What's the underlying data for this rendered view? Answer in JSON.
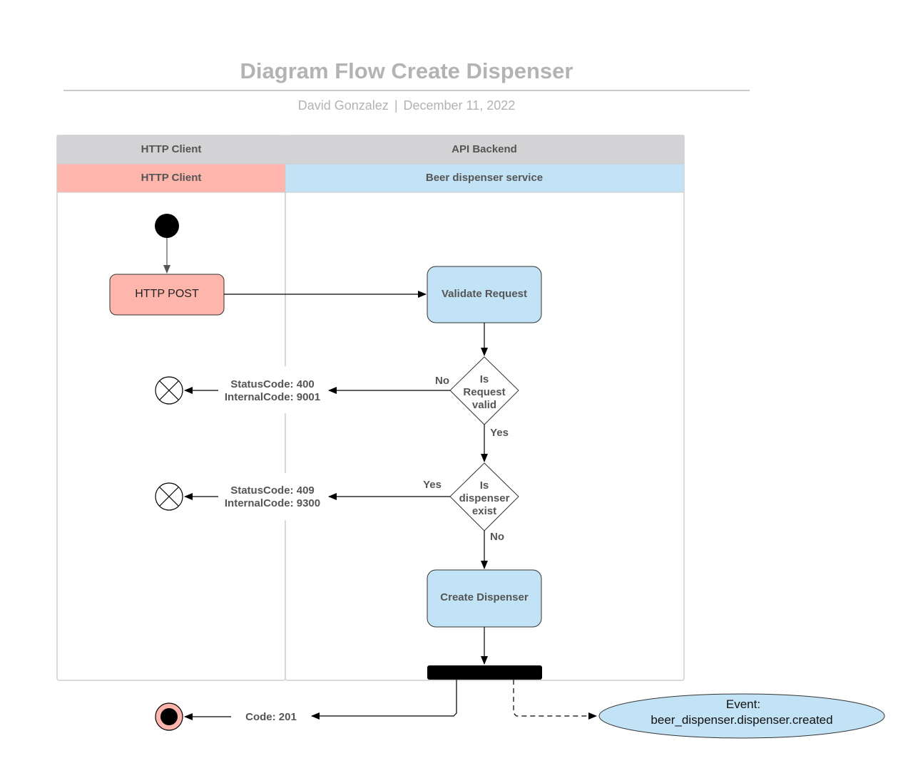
{
  "header": {
    "title": "Diagram Flow Create Dispenser",
    "author": "David Gonzalez",
    "separator": "|",
    "date": "December 11, 2022"
  },
  "lanes": {
    "client": {
      "pool_label": "HTTP Client",
      "lane_label": "HTTP Client",
      "lane_color": "#feb5ac"
    },
    "backend": {
      "pool_label": "API Backend",
      "lane_label": "Beer dispenser service",
      "lane_color": "#c2e3f5"
    },
    "pool_header_color": "#d3d3d5"
  },
  "nodes": {
    "http_post": "HTTP POST",
    "validate_request": "Validate Request",
    "decision_valid": [
      "Is",
      "Request",
      "valid"
    ],
    "decision_exist": [
      "Is",
      "dispenser",
      "exist"
    ],
    "create_dispenser": "Create Dispenser",
    "event": [
      "Event:",
      "beer_dispenser.dispenser.created"
    ]
  },
  "edges": {
    "valid_no": "No",
    "valid_yes": "Yes",
    "exist_yes": "Yes",
    "exist_no": "No",
    "error_400": [
      "StatusCode: 400",
      "InternalCode: 9001"
    ],
    "error_409": [
      "StatusCode: 409",
      "InternalCode: 9300"
    ],
    "success": "Code: 201"
  }
}
